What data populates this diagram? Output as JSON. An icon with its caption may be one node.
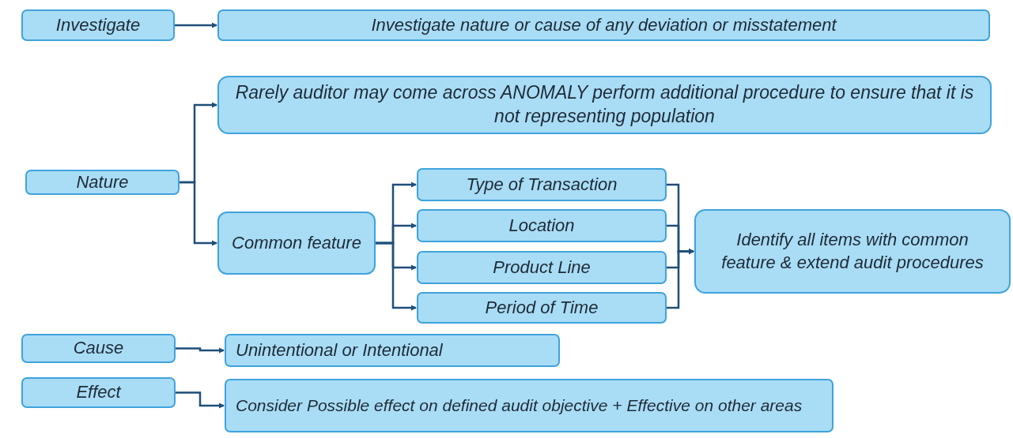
{
  "diagram": {
    "nodes": [
      {
        "text": [
          "Investigate"
        ]
      },
      {
        "text": [
          "Investigate nature or cause of any deviation or misstatement"
        ]
      },
      {
        "text": [
          "Rarely auditor may come across ANOMALY perform additional procedure to ensure that it is not representing population"
        ]
      },
      {
        "text": [
          "Nature"
        ]
      },
      {
        "text": [
          "Common feature"
        ]
      },
      {
        "text": [
          "Type of Transaction"
        ]
      },
      {
        "text": [
          "Location"
        ]
      },
      {
        "text": [
          "Product Line"
        ]
      },
      {
        "text": [
          "Period of Time"
        ]
      },
      {
        "text": [
          "Identify all items with common feature & extend audit procedures"
        ]
      },
      {
        "text": [
          "Cause"
        ]
      },
      {
        "text": [
          "Unintentional or Intentional"
        ]
      },
      {
        "text": [
          "Effect"
        ]
      },
      {
        "text": [
          "Consider Possible effect on defined audit objective + Effective on other areas"
        ]
      }
    ],
    "edges": [
      {
        "from": 0,
        "to": 1,
        "arrow": "to"
      },
      {
        "from": 3,
        "to": 2,
        "arrow": "to"
      },
      {
        "from": 3,
        "to": 4,
        "arrow": "to"
      },
      {
        "from": 4,
        "to": 5,
        "arrow": "to"
      },
      {
        "from": 4,
        "to": 6,
        "arrow": "to"
      },
      {
        "from": 4,
        "to": 7,
        "arrow": "to"
      },
      {
        "from": 4,
        "to": 8,
        "arrow": "to"
      },
      {
        "from": 5,
        "to": 9,
        "arrow": "to"
      },
      {
        "from": 6,
        "to": 9,
        "arrow": "to"
      },
      {
        "from": 7,
        "to": 9,
        "arrow": "to"
      },
      {
        "from": 8,
        "to": 9,
        "arrow": "to"
      },
      {
        "from": 10,
        "to": 11,
        "arrow": "to"
      },
      {
        "from": 12,
        "to": 13,
        "arrow": "to"
      }
    ]
  }
}
